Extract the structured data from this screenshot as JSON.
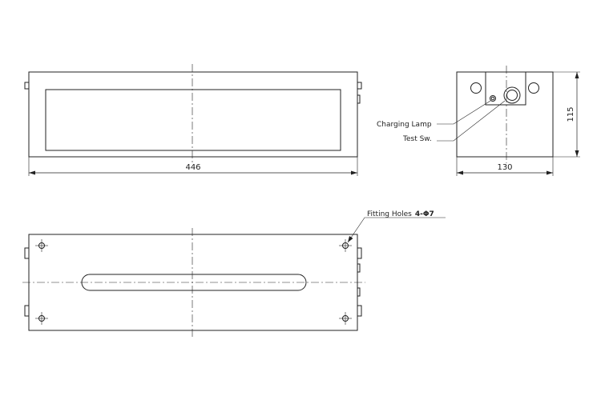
{
  "dimensions": {
    "width": "446",
    "depth": "130",
    "height": "115"
  },
  "callouts": {
    "charging_lamp": "Charging Lamp",
    "test_switch": "Test Sw.",
    "fitting_holes_prefix": "Fitting Holes",
    "fitting_holes_spec": "4-Φ7"
  }
}
